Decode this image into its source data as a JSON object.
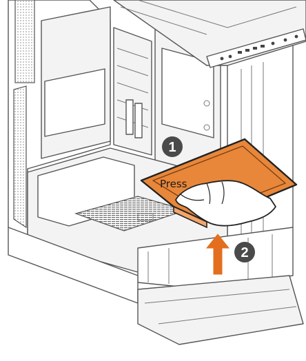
{
  "diagram": {
    "steps": [
      {
        "number": "1"
      },
      {
        "number": "2"
      }
    ],
    "press_label": "Press",
    "colors": {
      "highlight_orange": "#e8873a",
      "highlight_stroke": "#222222",
      "arrow_orange": "#e36f1e",
      "badge_gray": "#4a4a4a",
      "line_gray": "#555555"
    },
    "icons": {
      "step1": "number-1-badge-icon",
      "step2": "number-2-badge-icon",
      "arrow": "up-arrow-icon",
      "hand": "pressing-hand-icon"
    }
  }
}
